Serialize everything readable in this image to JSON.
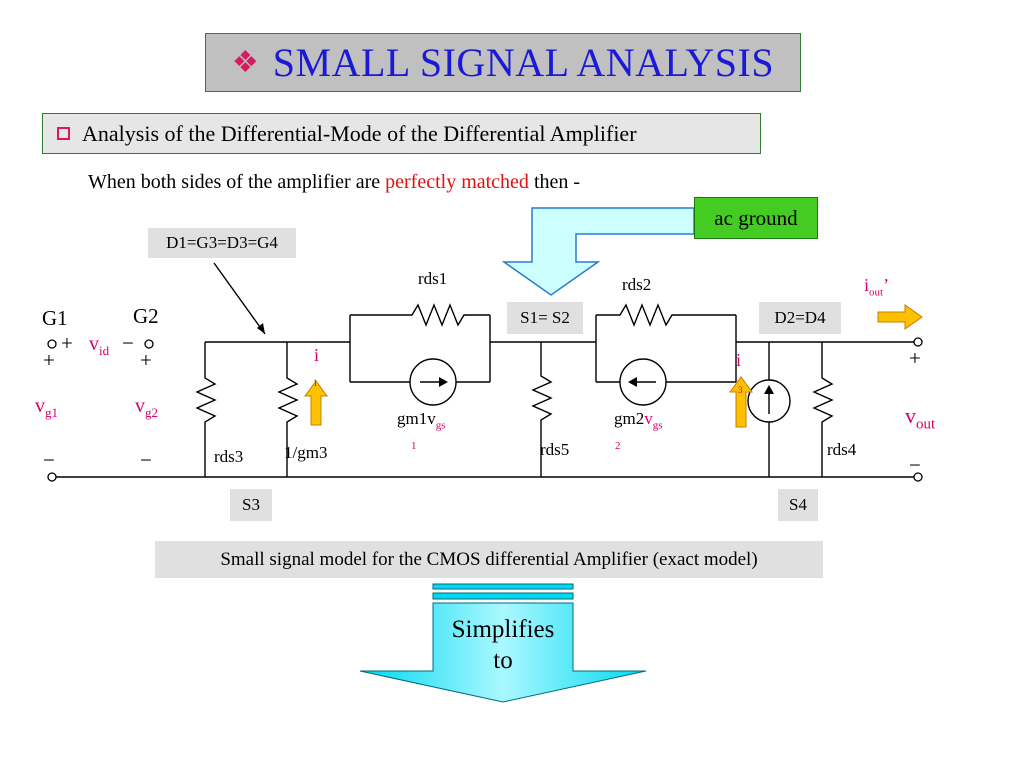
{
  "title": {
    "bullet": "❖",
    "text": "SMALL SIGNAL ANALYSIS"
  },
  "subtitle": {
    "text": "Analysis of the Differential-Mode of the Differential Amplifier"
  },
  "intro": {
    "before": "When both sides of the amplifier are ",
    "highlight": "perfectly matched",
    "after": " then -"
  },
  "callouts": {
    "ac_ground": "ac ground",
    "d1_g3": "D1=G3=D3=G4",
    "s1_s2": "S1= S2",
    "d2_d4": "D2=D4",
    "s3": "S3",
    "s4": "S4"
  },
  "circuit": {
    "g1": "G1",
    "g2": "G2",
    "vid": "v",
    "vid_sub": "id",
    "vg1": "v",
    "vg1_sub": "g1",
    "vg2": "v",
    "vg2_sub": "g2",
    "plus": "+",
    "minus": "−",
    "rds1": "rds1",
    "rds2": "rds2",
    "rds3": "rds3",
    "rds4": "rds4",
    "rds5": "rds5",
    "gm3": "1/gm3",
    "gm1": "gm1",
    "gm1_v": "v",
    "gm1_sub": "gs",
    "gm1_idx": "1",
    "gm2": "gm2",
    "gm2_v": "v",
    "gm2_sub": "gs",
    "gm2_idx": "2",
    "i_left": "i",
    "i_left_sub": "1",
    "i_right": "i",
    "i_right_sub": "3",
    "iout": "i",
    "iout_sub": "out",
    "iout_prime": "’",
    "vout": "v",
    "vout_sub": "out"
  },
  "caption": "Small signal model for the CMOS differential Amplifier (exact model)",
  "simplifies": {
    "line1": "Simplifies",
    "line2": "to"
  }
}
